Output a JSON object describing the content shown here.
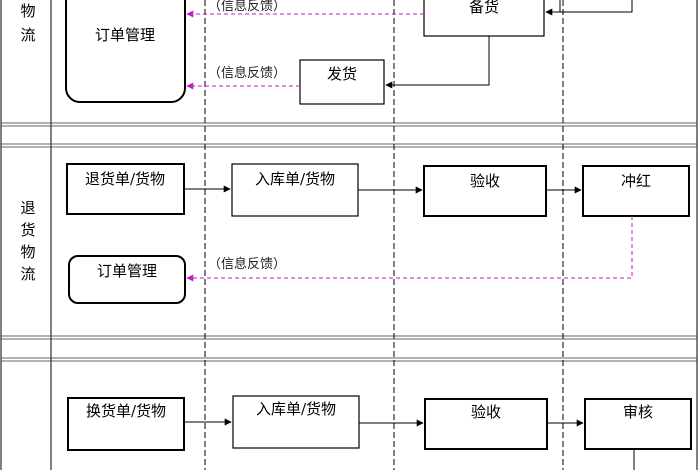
{
  "lanes": {
    "top": {
      "title_chars": [
        "物",
        "流"
      ]
    },
    "return": {
      "title_chars": [
        "退",
        "货",
        "物",
        "流"
      ]
    }
  },
  "nodes": {
    "top_order_mgmt": "订单管理",
    "top_stock": "备货",
    "top_ship": "发货",
    "ret_return_doc": "退货单/货物",
    "ret_inbound_doc": "入库单/货物",
    "ret_inspect": "验收",
    "ret_reverse": "冲红",
    "ret_order_mgmt": "订单管理",
    "exc_exchange_doc": "换货单/货物",
    "exc_inbound_doc": "入库单/货物",
    "exc_inspect": "验收",
    "exc_review": "审核"
  },
  "feedback_label": "（信息反馈）",
  "colors": {
    "feedback": "#c020c0",
    "lines": "#000000",
    "background": "#ffffff"
  }
}
